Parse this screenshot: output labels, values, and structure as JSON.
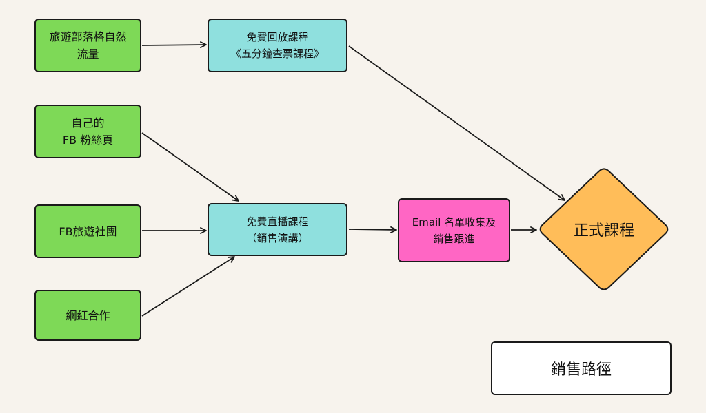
{
  "colors": {
    "background": "#f7f3ed",
    "source_node": "#7ed957",
    "free_course_node": "#8fe0de",
    "email_node": "#ff66c4",
    "paid_course_node": "#ffbd59",
    "caption_node": "#ffffff",
    "stroke": "#1a1a1a"
  },
  "diagram": {
    "sources": [
      {
        "lines": [
          "旅遊部落格自然",
          "流量"
        ]
      },
      {
        "lines": [
          "自己的",
          "FB 粉絲頁"
        ]
      },
      {
        "lines": [
          "FB旅遊社團"
        ]
      },
      {
        "lines": [
          "網紅合作"
        ]
      }
    ],
    "free_replay_course": {
      "lines": [
        "免費回放課程",
        "《五分鐘查票課程》"
      ]
    },
    "free_live_course": {
      "lines": [
        "免費直播課程",
        "（銷售演講）"
      ]
    },
    "email_followup": {
      "lines": [
        "Email 名單收集及",
        "銷售跟進"
      ]
    },
    "paid_course": {
      "label": "正式課程"
    },
    "caption": {
      "label": "銷售路徑"
    }
  }
}
